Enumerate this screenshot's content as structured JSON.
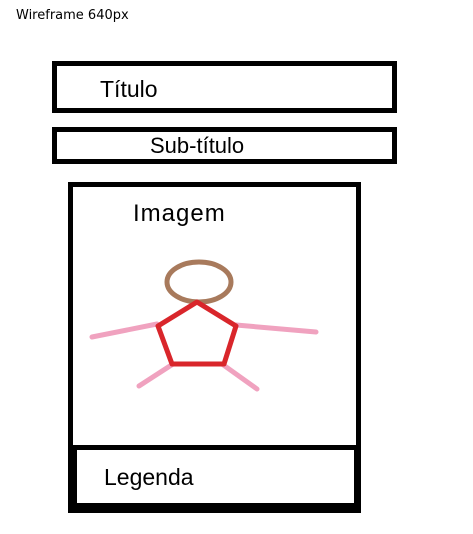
{
  "page_label": "Wireframe 640px",
  "title_block": {
    "label": "Título"
  },
  "subtitle_block": {
    "label": "Sub-título"
  },
  "image_block": {
    "label": "Imagem"
  },
  "caption_block": {
    "label": "Legenda"
  },
  "colors": {
    "outline": "#000000",
    "head": "#a87a5c",
    "body": "#d9262b",
    "limbs": "#f0a2bf"
  }
}
